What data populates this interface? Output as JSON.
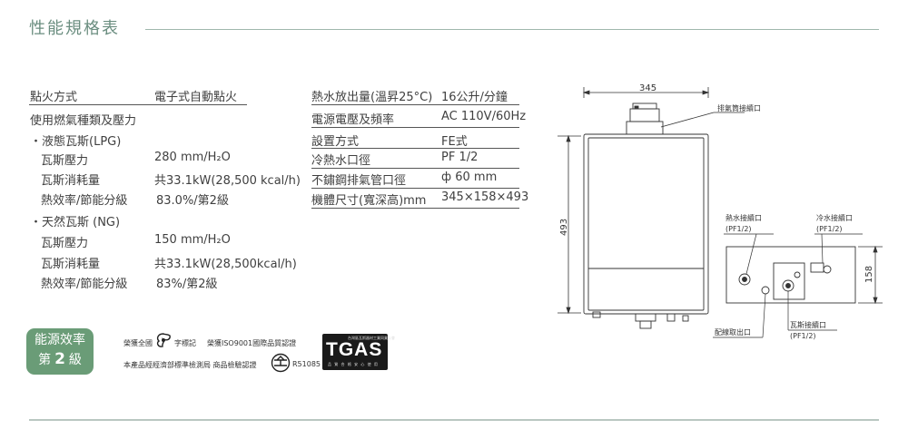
{
  "header": {
    "title": "性能規格表"
  },
  "left_specs": [
    {
      "label": "點火方式",
      "value": "電子式自動點火",
      "rule": true
    },
    {
      "label": "使用燃氣種類及壓力",
      "value": "",
      "rule": false
    },
    {
      "label": "・液態瓦斯(LPG)",
      "value": "",
      "rule": false
    },
    {
      "label": "瓦斯壓力",
      "value": "280 mm/H₂O",
      "rule": false
    },
    {
      "label": "瓦斯消耗量",
      "value": "共33.1kW(28,500 kcal/h)",
      "rule": false
    },
    {
      "label": "熱效率/節能分級",
      "value": "83.0%/第2級",
      "rule": false
    },
    {
      "label": "・天然瓦斯 (NG)",
      "value": "",
      "rule": false
    },
    {
      "label": "瓦斯壓力",
      "value": "150 mm/H₂O",
      "rule": false
    },
    {
      "label": "瓦斯消耗量",
      "value": "共33.1kW(28,500kcal/h)",
      "rule": false
    },
    {
      "label": "熱效率/節能分級",
      "value": "83%/第2級",
      "rule": false
    }
  ],
  "right_specs": [
    {
      "label": "熱水放出量(溫昇25°C)",
      "value": "16公升/分鐘"
    },
    {
      "label": "電源電壓及頻率",
      "value": "AC 110V/60Hz"
    },
    {
      "label": "設置方式",
      "value": "FE式"
    },
    {
      "label": "冷熱水口徑",
      "value": "PF 1/2"
    },
    {
      "label": "不鏽鋼排氣管口徑",
      "value": "ф 60 mm"
    },
    {
      "label": "機體尺寸(寬深高)mm",
      "value": "345×158×493"
    }
  ],
  "badge": {
    "line1": "能源效率",
    "line2_pre": "第",
    "line2_num": "2",
    "line2_post": "級"
  },
  "certs": {
    "line1_a": "榮獲全國",
    "line1_b": "字標記",
    "line1_c": "榮獲ISO9001國際品質認證",
    "line2": "本產品經經濟部標準檢測局 商品檢驗認證",
    "code": "R51085",
    "tgas_big": "TGAS",
    "tgas_small_top": "台灣區瓦斯器材工業同業公會",
    "tgas_small_bottom": "品 質 合 格 安 心 使 用"
  },
  "diagram": {
    "width_dim": "345",
    "height_dim": "493",
    "depth_dim": "158",
    "exhaust_label": "排氣筒接續口",
    "hot_label": "熱水接續口",
    "hot_sub": "(PF1/2)",
    "cold_label": "冷水接續口",
    "cold_sub": "(PF1/2)",
    "wire_label": "配線取出口",
    "gas_label": "瓦斯接續口",
    "gas_sub": "(PF1/2)"
  },
  "colors": {
    "accent": "#6b8e80",
    "badge": "#6a9c77"
  }
}
